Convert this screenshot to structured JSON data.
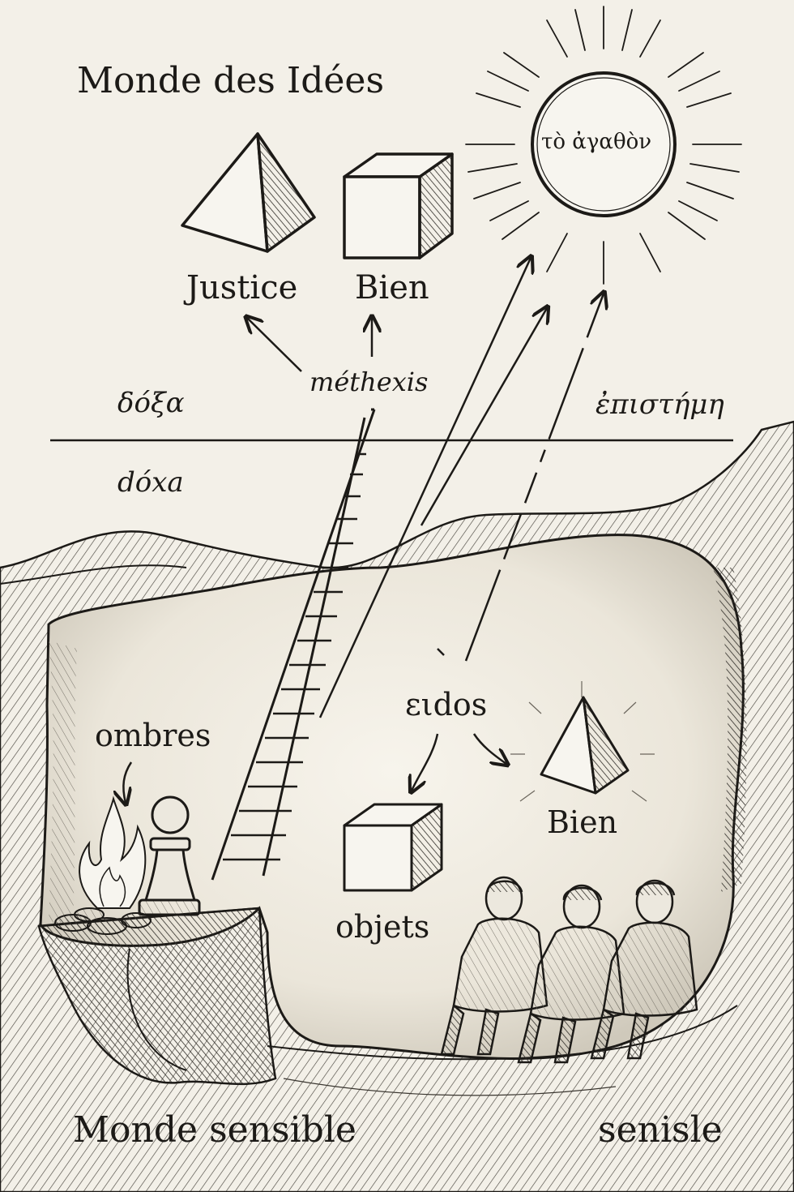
{
  "titles": {
    "ideas_world": "Monde des Idées",
    "sensible_world": "Monde sensible",
    "sensible_right": "senisle"
  },
  "sun": {
    "label": "τὸ ἀγαθὸν"
  },
  "forms": {
    "pyramid_label": "Justice",
    "cube_label": "Bien"
  },
  "methexis": "méthexis",
  "divided_line": {
    "upper_left": "δόξα",
    "upper_right": "ἐπιστήμη",
    "lower_left": "dόxa"
  },
  "cave": {
    "shadows_label": "ombres",
    "eidos_label": "ειdos",
    "objects_label": "objets",
    "glow_pyramid_label": "Bien"
  }
}
